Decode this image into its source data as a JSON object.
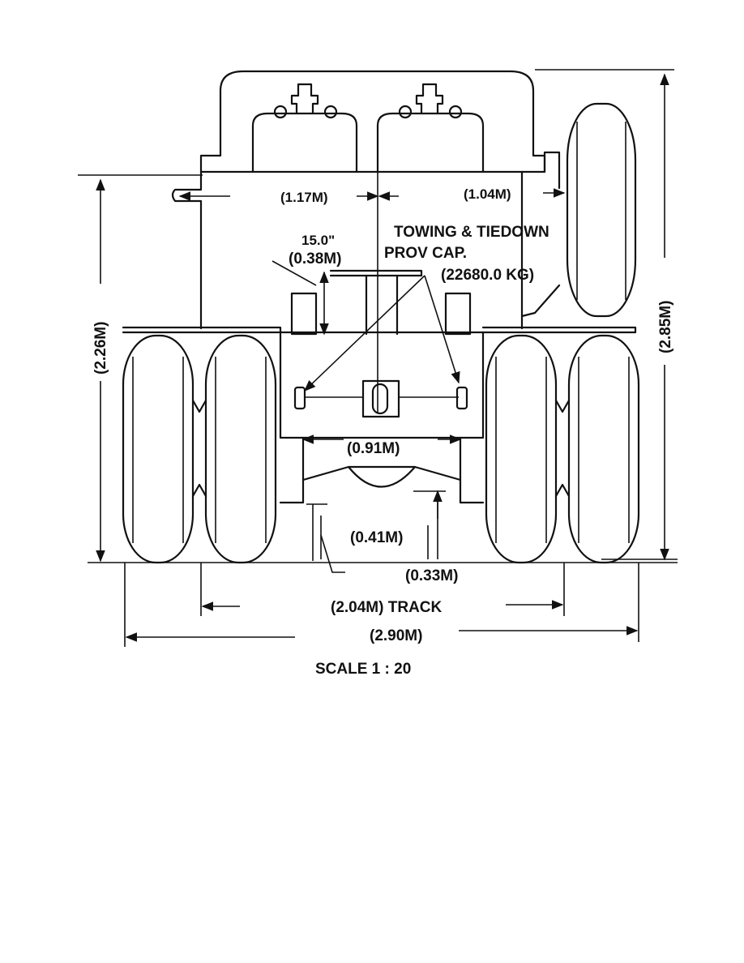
{
  "labels": {
    "dim_width_chassis": "(1.17M)",
    "dim_width_right": "(1.04M)",
    "towing_line1": "TOWING & TIEDOWN",
    "towing_line2": "PROV CAP.",
    "towing_capacity": "(22680.0 KG)",
    "clearance_in": "15.0\"",
    "clearance_m": "(0.38M)",
    "height_226": "(2.26M)",
    "height_285": "(2.85M)",
    "axle_width": "(0.91M)",
    "ground_041": "(0.41M)",
    "ground_033": "(0.33M)",
    "track": "(2.04M) TRACK",
    "overall_width": "(2.90M)",
    "scale": "SCALE 1 : 20"
  },
  "colors": {
    "line": "#111111",
    "paper": "#ffffff"
  }
}
